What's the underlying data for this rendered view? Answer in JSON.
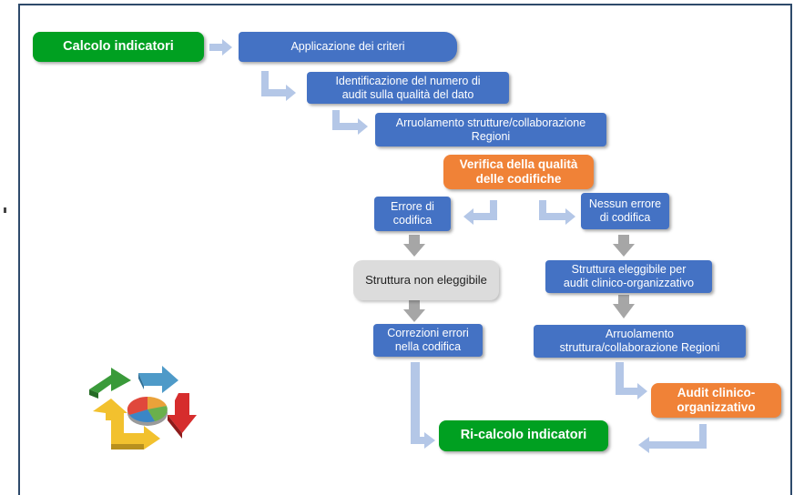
{
  "nodes": {
    "calcolo": "Calcolo indicatori",
    "applicazione": "Applicazione dei criteri",
    "identificazione_l1": "Identificazione del numero di",
    "identificazione_l2": "audit sulla qualità del dato",
    "arruolamento_l1": "Arruolamento strutture/collaborazione",
    "arruolamento_l2": "Regioni",
    "verifica_l1": "Verifica della qualità",
    "verifica_l2": "delle codifiche",
    "errore_l1": "Errore di",
    "errore_l2": "codifica",
    "nessun_l1": "Nessun errore",
    "nessun_l2": "di codifica",
    "non_eleggibile": "Struttura non eleggibile",
    "eleggibile_l1": "Struttura eleggibile per",
    "eleggibile_l2": "audit clinico-organizzativo",
    "correzioni_l1": "Correzioni errori",
    "correzioni_l2": "nella codifica",
    "arruol_struttura_l1": "Arruolamento",
    "arruol_struttura_l2": "struttura/collaborazione Regioni",
    "audit_l1": "Audit clinico-",
    "audit_l2": "organizzativo",
    "ricalcolo": "Ri-calcolo indicatori"
  },
  "colors": {
    "blue_box": "#4472c4",
    "green_box": "#00a021",
    "orange_box": "#f08237",
    "grey_box": "#dcdcdc",
    "connector": "#b4c7e7",
    "down_arrow": "#a6a6a6"
  },
  "icons": {
    "logo": "circular-arrows-pie-chart-icon"
  }
}
